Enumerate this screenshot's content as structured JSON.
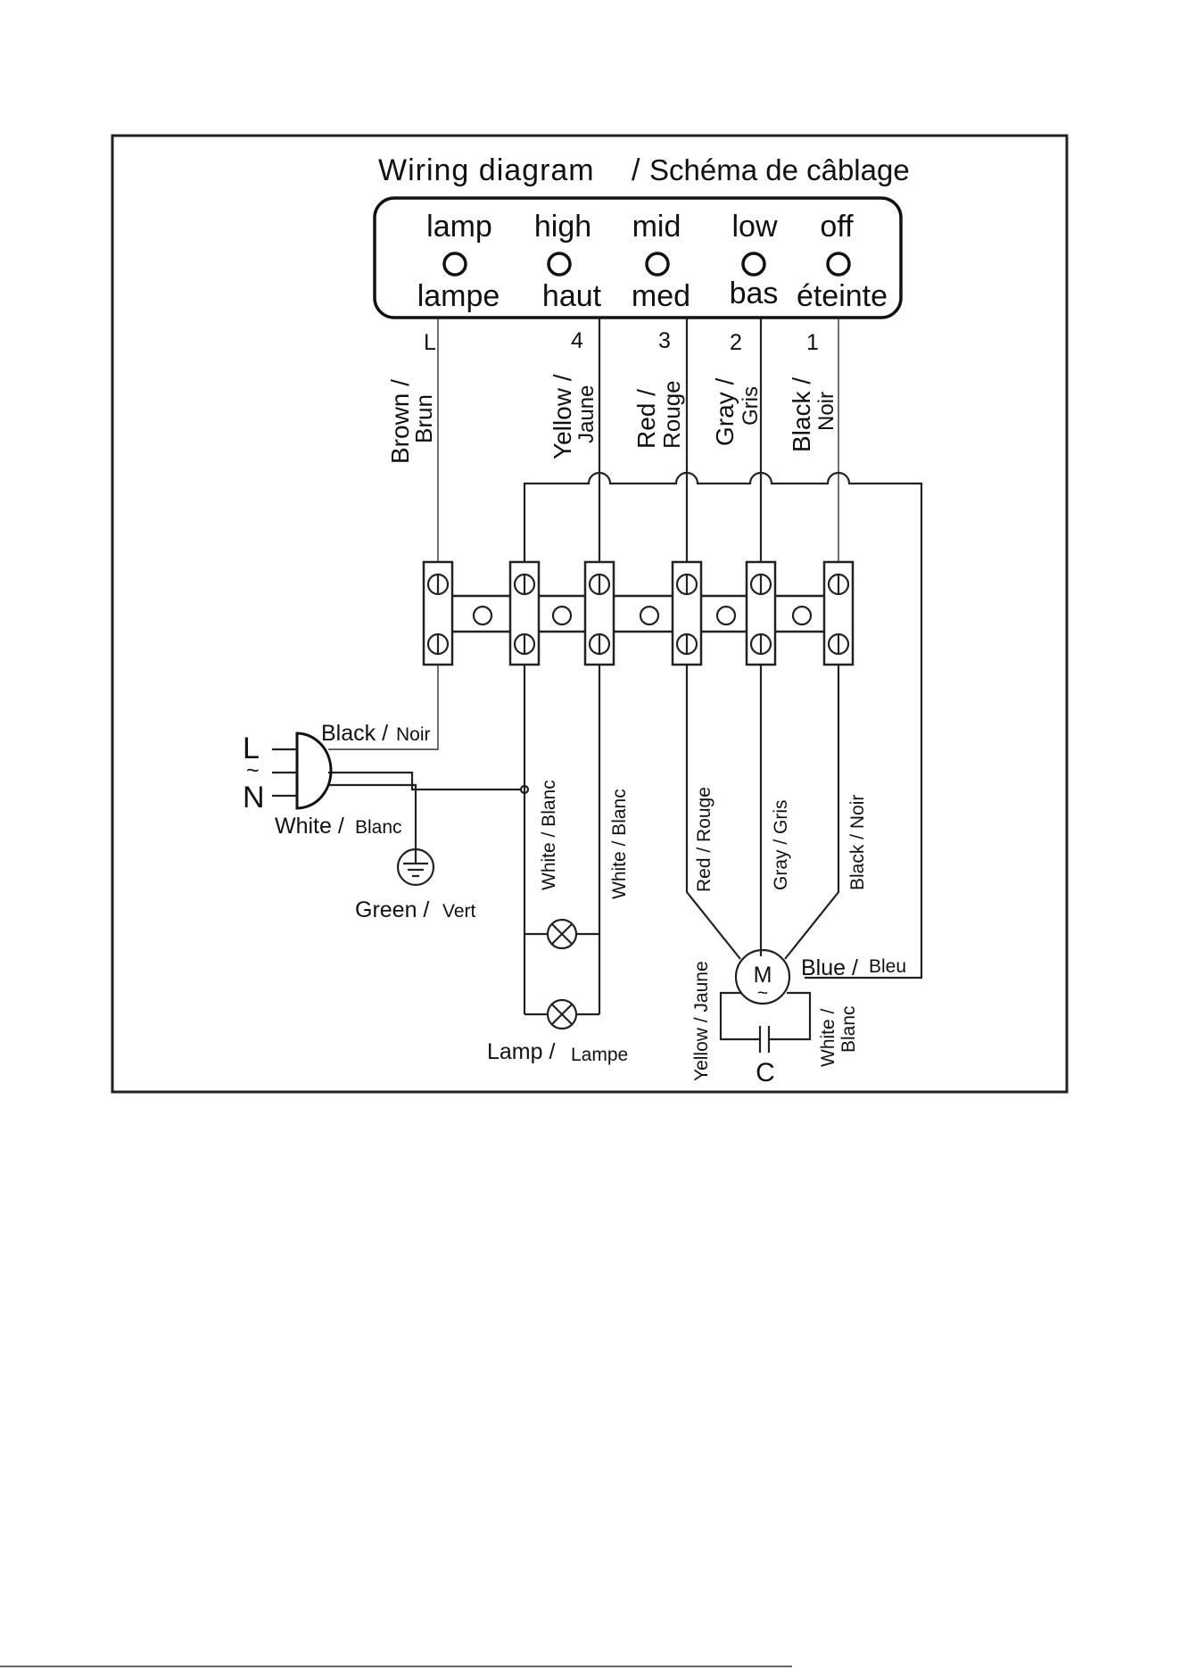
{
  "title": {
    "en": "Wiring diagram",
    "sep": "/",
    "fr": "Schéma de câblage"
  },
  "switch_panel": {
    "positions": [
      {
        "top": "lamp",
        "bottom": "lampe"
      },
      {
        "top": "high",
        "bottom": "haut"
      },
      {
        "top": "mid",
        "bottom": "med"
      },
      {
        "top": "low",
        "bottom": "bas"
      },
      {
        "top": "off",
        "bottom": "éteinte"
      }
    ]
  },
  "terminals": [
    "L",
    "4",
    "3",
    "2",
    "1"
  ],
  "upper_wires": [
    {
      "line1": "Brown /",
      "line2": "Brun"
    },
    {
      "line1": "Yellow /",
      "line2": "Jaune"
    },
    {
      "line1": "Red /",
      "line2": "Rouge"
    },
    {
      "line1": "Gray /",
      "line2": "Gris"
    },
    {
      "line1": "Black /",
      "line2": "Noir"
    }
  ],
  "plug": {
    "l_label": "L",
    "tilde": "~",
    "n_label": "N",
    "black_wire": {
      "en": "Black /",
      "fr": "Noir"
    },
    "white_wire": {
      "en": "White /",
      "fr": "Blanc"
    },
    "ground": {
      "en": "Green /",
      "fr": "Vert"
    }
  },
  "lower_wires": [
    "White / Blanc",
    "White / Blanc",
    "Red / Rouge",
    "Gray / Gris",
    "Black / Noir"
  ],
  "lamp": {
    "en": "Lamp /",
    "fr": "Lampe"
  },
  "motor": {
    "symbol": "M",
    "tilde": "~",
    "blue_wire": {
      "en": "Blue /",
      "fr": "Bleu"
    },
    "yellow_wire": "Yellow / Jaune",
    "white_wire": {
      "line1": "White /",
      "line2": "Blanc"
    },
    "capacitor": "C"
  }
}
